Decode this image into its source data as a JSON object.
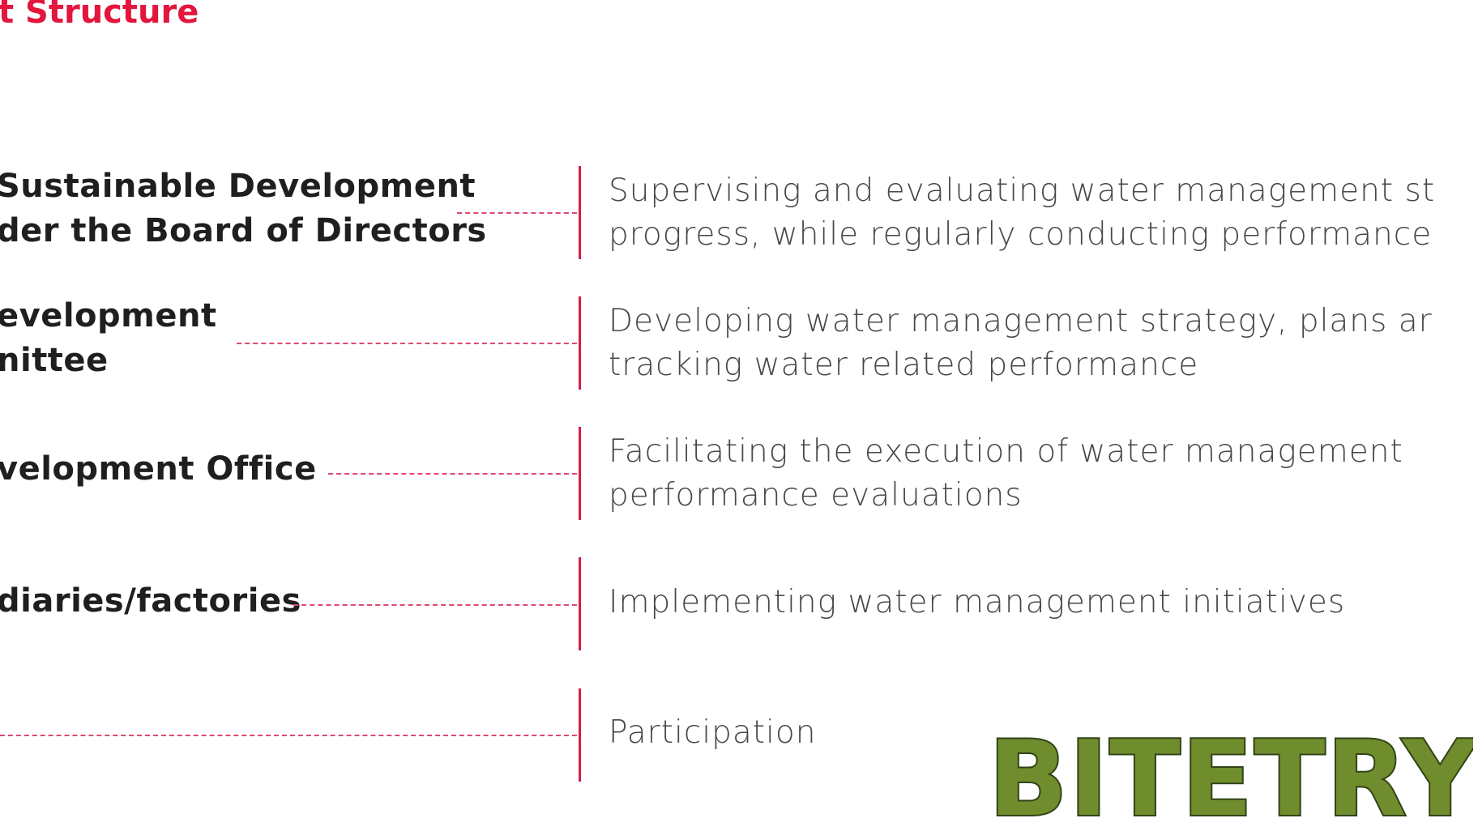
{
  "document": {
    "title": "t Structure"
  },
  "rows": [
    {
      "left_line_1": "Sustainable Development",
      "left_line_2": "der the Board of Directors",
      "right_line_1": "Supervising and evaluating water management st",
      "right_line_2": "progress, while regularly conducting performance"
    },
    {
      "left_line_1": "evelopment",
      "left_line_2": "nittee",
      "right_line_1": "Developing water management strategy, plans ar",
      "right_line_2": "tracking water related performance"
    },
    {
      "left_line_1": "velopment Office",
      "left_line_2": "",
      "right_line_1": "Facilitating the execution of water management",
      "right_line_2": "performance evaluations"
    },
    {
      "left_line_1": "diaries/factories",
      "left_line_2": "",
      "right_line_1": "Implementing water management initiatives",
      "right_line_2": ""
    },
    {
      "left_line_1": "",
      "left_line_2": "",
      "right_line_1": "Participation",
      "right_line_2": ""
    }
  ],
  "watermark": {
    "text": "BITETRY"
  },
  "colors": {
    "accent_red": "#e3163d",
    "divider_red": "#d01f4b",
    "watermark_green": "#6f8d2d"
  }
}
